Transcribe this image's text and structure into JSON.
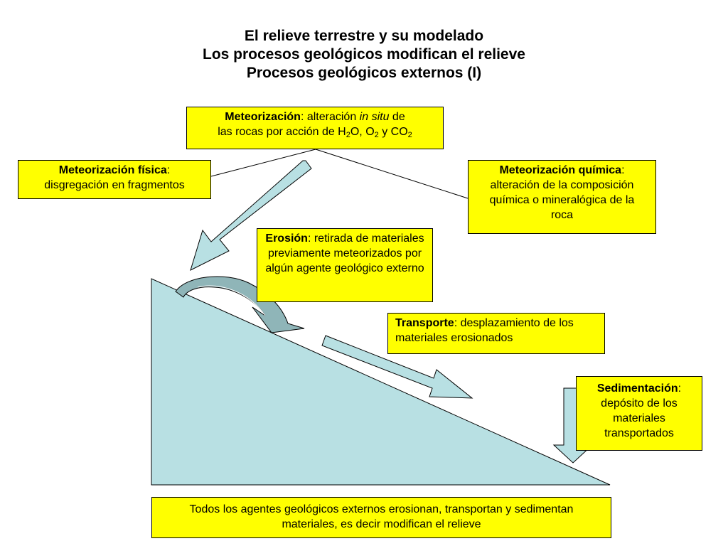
{
  "title": {
    "line1": "El relieve terrestre y su modelado",
    "line2": "Los procesos geológicos modifican el relieve",
    "line3": "Procesos geológicos externos (I)"
  },
  "meteorizacion": {
    "term": "Meteorización",
    "sep": ":",
    "text_a": " alteración ",
    "in_situ": "in situ",
    "text_b": " de",
    "text_c": "las rocas por acción de H",
    "sub_h": "2",
    "text_d": "O, O",
    "sub_o": "2",
    "text_e": " y CO",
    "sub_co": "2"
  },
  "fisica": {
    "term": "Meteorización física",
    "sep": ":",
    "text": "disgregación en fragmentos"
  },
  "quimica": {
    "term": "Meteorización química",
    "sep": ":",
    "text": "alteración de la composición química o mineralógica de la roca"
  },
  "erosion": {
    "term": "Erosión",
    "sep": ":",
    "text": " retirada de materiales previamente meteorizados por algún agente geológico externo"
  },
  "transporte": {
    "term": "Transporte",
    "sep": ":",
    "text": " desplazamiento de los materiales erosionados"
  },
  "sedimentacion": {
    "term": "Sedimentación",
    "sep": ":",
    "text": "depósito de los materiales transportados"
  },
  "footer": {
    "text": "Todos los agentes geológicos externos erosionan, transportan y sedimentan materiales, es decir modifican el relieve"
  },
  "colors": {
    "box_fill": "#ffff00",
    "slope_fill": "#b8e0e3",
    "curved_arrow_fill": "#8fb5b8"
  }
}
